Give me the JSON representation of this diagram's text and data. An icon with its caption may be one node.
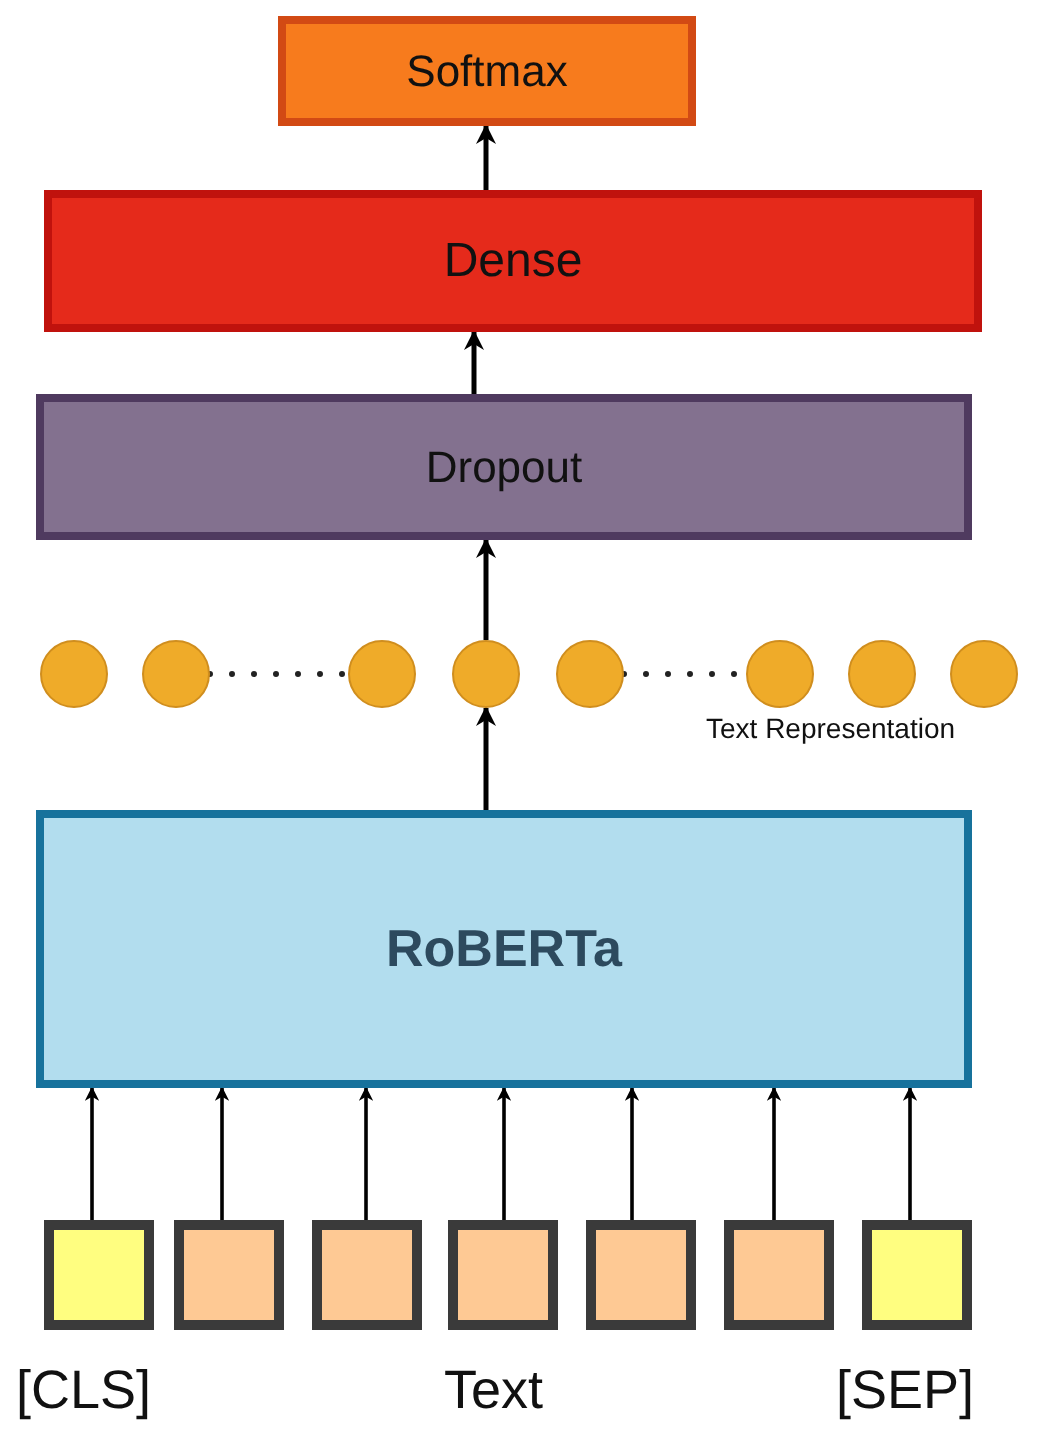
{
  "diagram": {
    "nodes": [
      {
        "text": [
          "Softmax"
        ]
      },
      {
        "text": [
          "Dense"
        ]
      },
      {
        "text": [
          "Dropout"
        ]
      },
      {
        "text": [],
        "shape": "circle"
      },
      {
        "text": [],
        "shape": "circle"
      },
      {
        "text": [],
        "shape": "circle"
      },
      {
        "text": [],
        "shape": "circle"
      },
      {
        "text": [],
        "shape": "circle"
      },
      {
        "text": [],
        "shape": "circle"
      },
      {
        "text": [],
        "shape": "circle"
      },
      {
        "text": [],
        "shape": "circle"
      },
      {
        "text": [
          "RoBERTa"
        ]
      },
      {
        "text": [],
        "shape": "box"
      },
      {
        "text": [],
        "shape": "box"
      },
      {
        "text": [],
        "shape": "box"
      },
      {
        "text": [],
        "shape": "box"
      },
      {
        "text": [],
        "shape": "box"
      },
      {
        "text": [],
        "shape": "box"
      },
      {
        "text": [],
        "shape": "box"
      }
    ],
    "edges": [
      {
        "from": 1,
        "to": 0,
        "arrow": "to"
      },
      {
        "from": 2,
        "to": 1,
        "arrow": "to"
      },
      {
        "from": 6,
        "to": 2,
        "arrow": "to"
      },
      {
        "from": 11,
        "to": 6,
        "arrow": "to"
      },
      {
        "from": 12,
        "to": 11,
        "arrow": "to"
      },
      {
        "from": 13,
        "to": 11,
        "arrow": "to"
      },
      {
        "from": 14,
        "to": 11,
        "arrow": "to"
      },
      {
        "from": 15,
        "to": 11,
        "arrow": "to"
      },
      {
        "from": 16,
        "to": 11,
        "arrow": "to"
      },
      {
        "from": 17,
        "to": 11,
        "arrow": "to"
      },
      {
        "from": 18,
        "to": 11,
        "arrow": "to"
      }
    ],
    "labels": [
      "Text Representation",
      "[CLS]",
      "Text",
      "[SEP]"
    ]
  }
}
